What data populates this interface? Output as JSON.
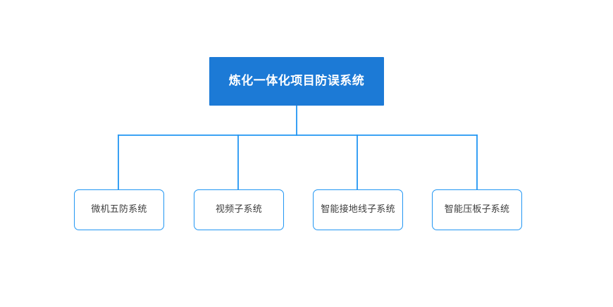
{
  "diagram": {
    "type": "org-chart",
    "orientation": "top-down",
    "levels": 2,
    "colors": {
      "root_fill": "#1c7ad6",
      "root_text": "#ffffff",
      "child_border": "#2196f3",
      "child_fill": "#ffffff",
      "child_text": "#3d3d3d",
      "connector": "#2196f3",
      "background": "#ffffff"
    },
    "root": {
      "label": "炼化一体化项目防误系统"
    },
    "children": [
      {
        "label": "微机五防系统"
      },
      {
        "label": "视频子系统"
      },
      {
        "label": "智能接地线子系统"
      },
      {
        "label": "智能压板子系统"
      }
    ]
  }
}
